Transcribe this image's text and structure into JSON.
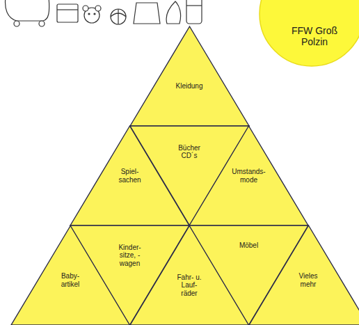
{
  "diagram": {
    "nodes": [
      {
        "text": [
          "FFW Groß Polzin"
        ]
      },
      {
        "text": [
          "Kleidung"
        ]
      },
      {
        "text": [
          "Spiel- sachen"
        ]
      },
      {
        "text": [
          "Bücher CD´s"
        ]
      },
      {
        "text": [
          "Umstands- mode"
        ]
      },
      {
        "text": [
          "Baby- artikel"
        ]
      },
      {
        "text": [
          "Kinder- sitze, -wagen"
        ]
      },
      {
        "text": [
          "Fahr- u. Lauf- räder"
        ]
      },
      {
        "text": [
          "Möbel"
        ]
      },
      {
        "text": [
          "Vieles mehr"
        ]
      }
    ]
  }
}
